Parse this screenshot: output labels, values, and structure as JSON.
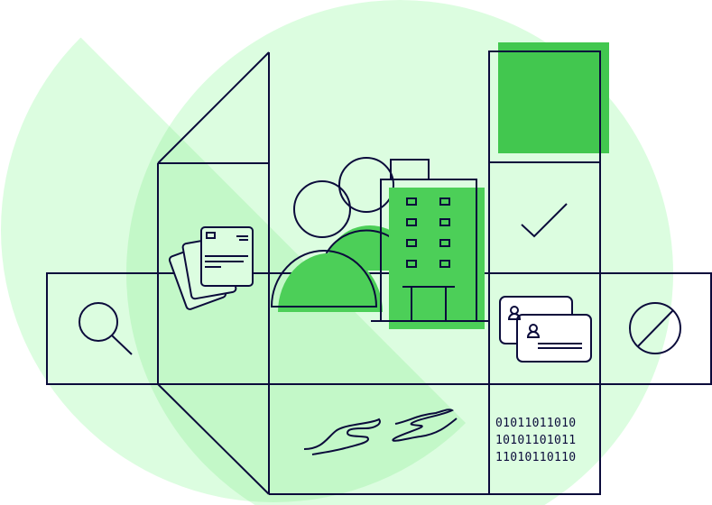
{
  "colors": {
    "light_green": "#dcfde0",
    "mid_green": "#c3f8c8",
    "bright_green": "#4ccf58",
    "navy": "#0b0b3b"
  },
  "binary": {
    "line1": "01011011010",
    "line2": "10101101011",
    "line3": "11010110110"
  },
  "icons": [
    "search-icon",
    "documents-icon",
    "users-icon",
    "building-icon",
    "checkmark-icon",
    "id-cards-icon",
    "blocked-icon",
    "signature-icon",
    "binary-data-icon"
  ]
}
